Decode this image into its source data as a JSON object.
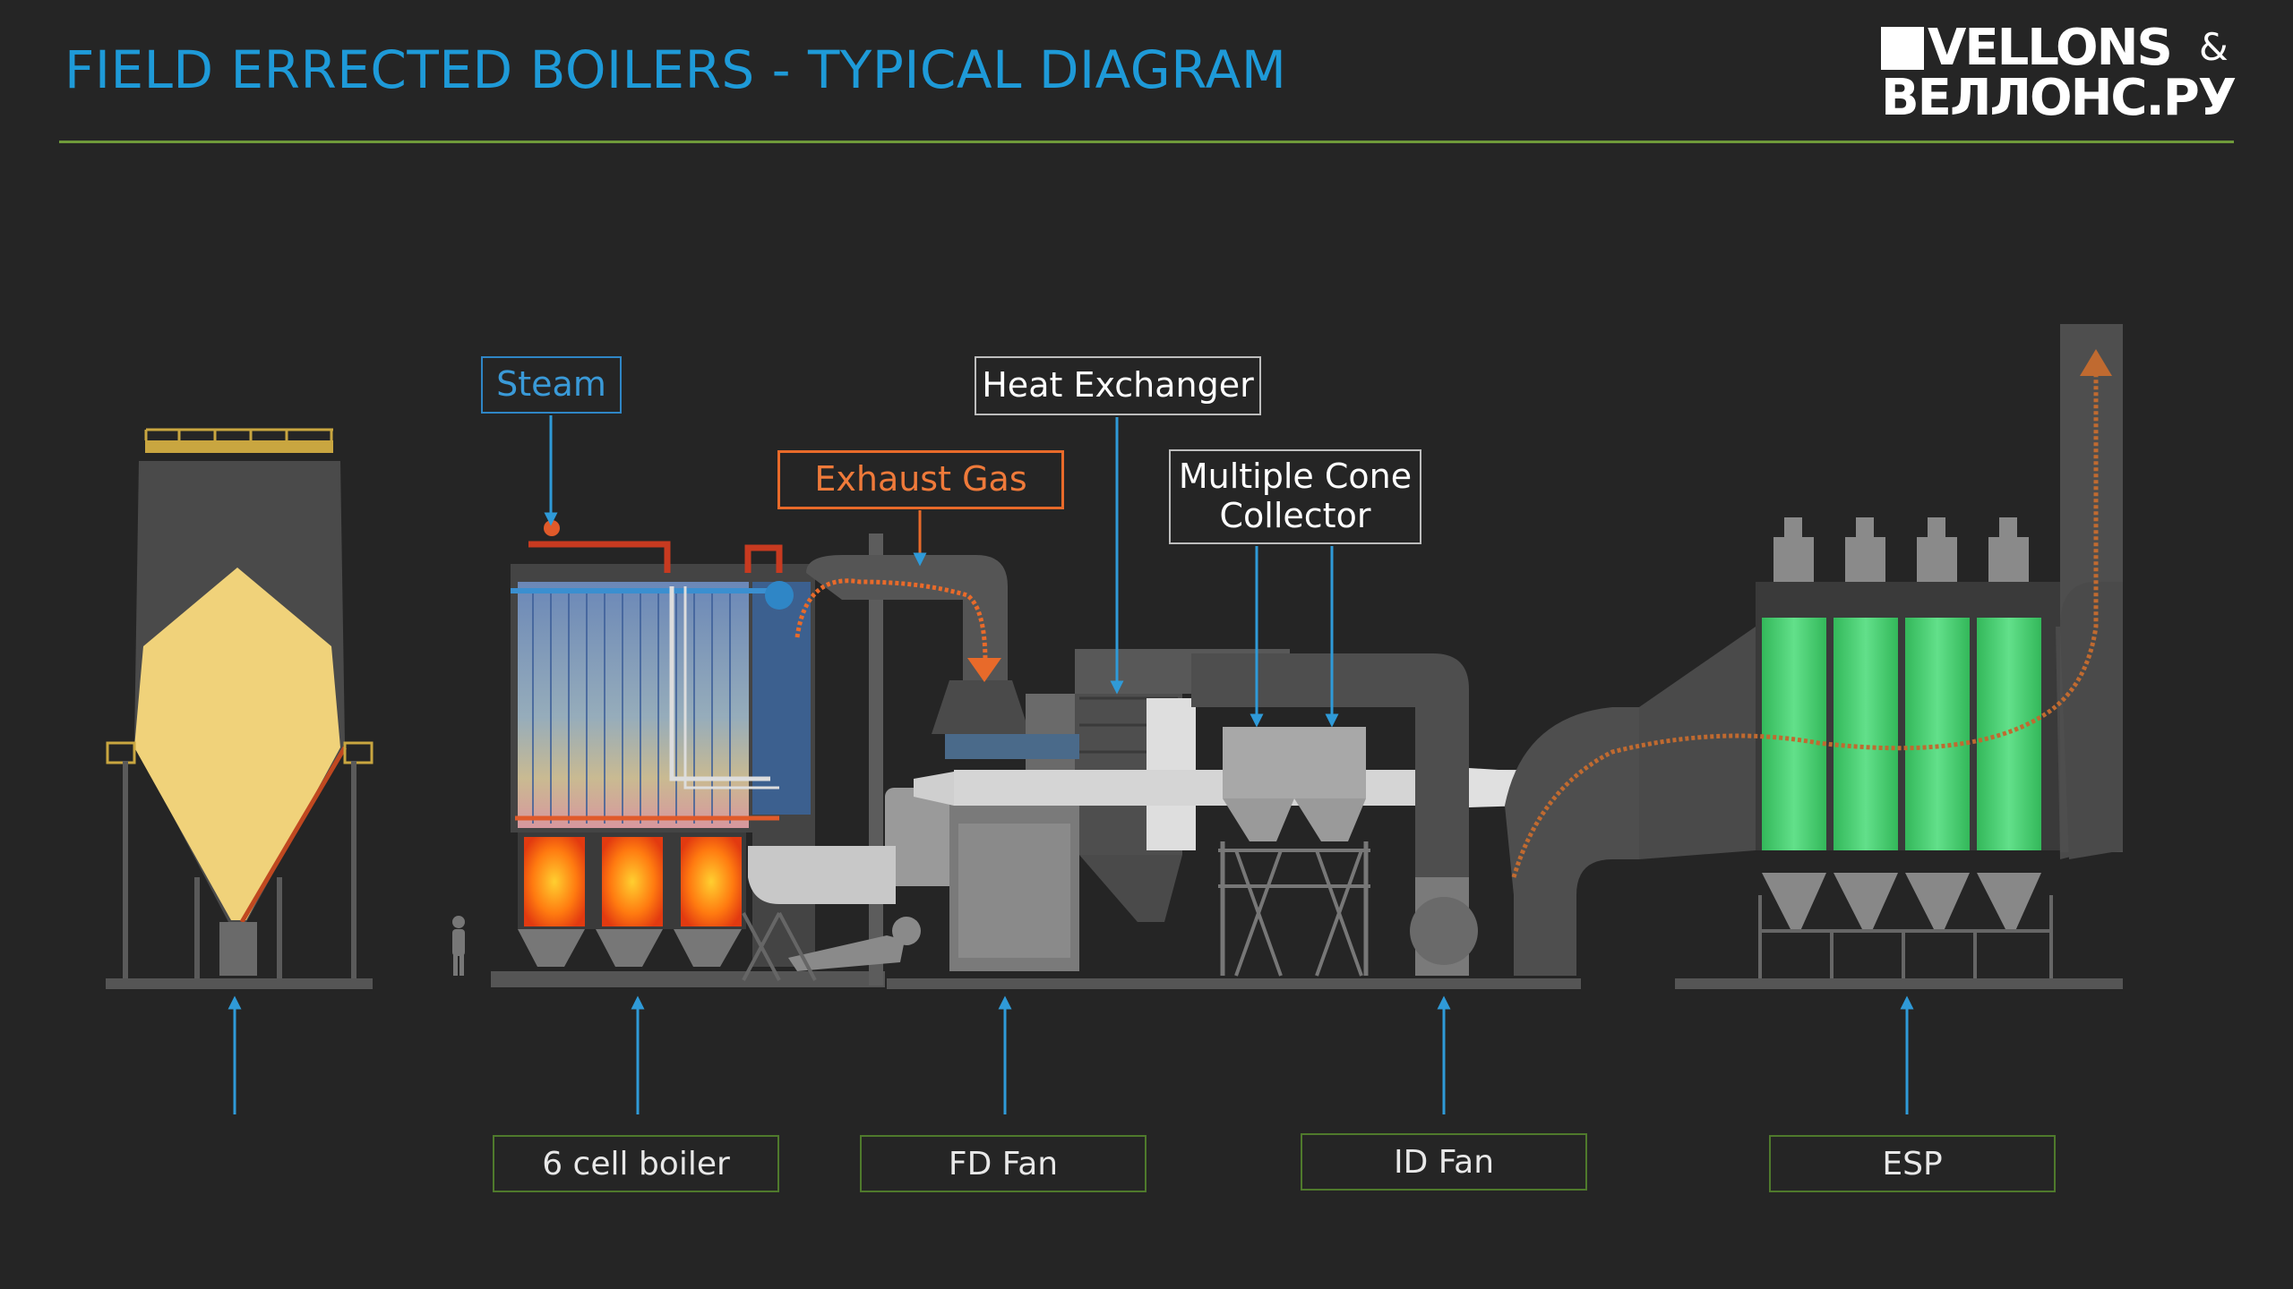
{
  "header": {
    "title": "FIELD ERRECTED BOILERS - TYPICAL DIAGRAM"
  },
  "logo": {
    "line1": "VELLONS",
    "ampersand": "&",
    "line2": "ВЕЛЛОНС.РУ"
  },
  "callouts": {
    "steam": "Steam",
    "exhaust_gas": "Exhaust Gas",
    "heat_exchanger": "Heat Exchanger",
    "multiple_cone_collector": "Multiple Cone\nCollector"
  },
  "bottom_labels": {
    "boiler": "6 cell boiler",
    "fd_fan": "FD Fan",
    "id_fan": "ID Fan",
    "esp": "ESP"
  },
  "colors": {
    "title": "#1e9ad8",
    "rule": "#6f9a3a",
    "steam": "#2f86c6",
    "exhaust": "#e86a2a",
    "fuel": "#f0d27a",
    "esp_filters": "#3fcf6a",
    "fire": "#ff6a10",
    "equipment": "#5a5a5a",
    "pointer_arrow": "#2f9ad8"
  }
}
